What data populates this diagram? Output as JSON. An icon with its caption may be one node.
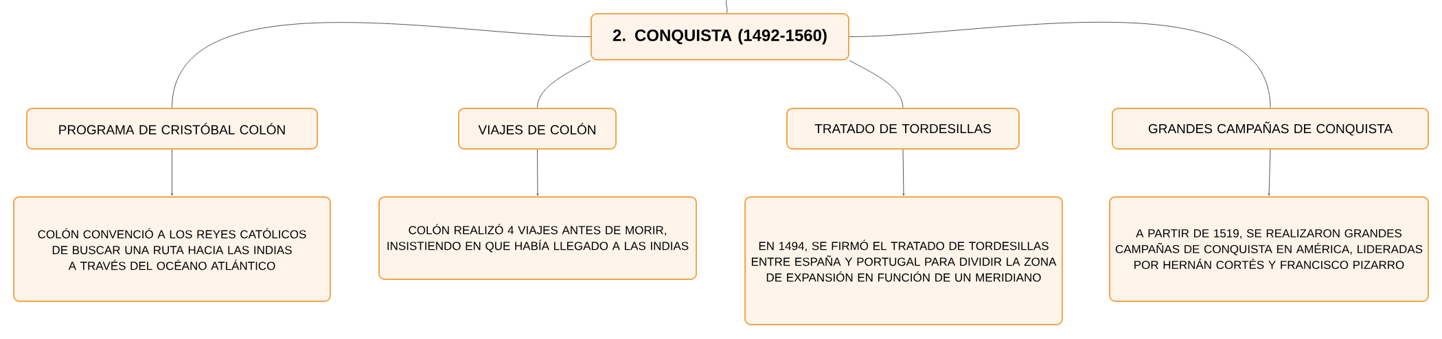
{
  "diagram": {
    "nodes": [
      {
        "text": [
          "2. CONQUISTA (1492-1560)"
        ]
      },
      {
        "text": [
          "PROGRAMA DE CRISTÓBAL COLÓN"
        ]
      },
      {
        "text": [
          "VIAJES DE COLÓN"
        ]
      },
      {
        "text": [
          "TRATADO DE TORDESILLAS"
        ]
      },
      {
        "text": [
          "GRANDES CAMPAÑAS DE CONQUISTA"
        ]
      },
      {
        "text": [
          "COLÓN CONVENCIÓ A LOS REYES CATÓLICOS DE BUSCAR UNA RUTA HACIA LAS INDIAS A TRAVÉS DEL OCÉANO ATLÁNTICO"
        ]
      },
      {
        "text": [
          "COLÓN REALIZÓ 4 VIAJES ANTES DE MORIR, INSISTIENDO EN QUE HABÍA LLEGADO A LAS INDIAS"
        ]
      },
      {
        "text": [
          "EN 1494, SE FIRMÓ EL TRATADO DE TORDESILLAS ENTRE ESPAÑA Y PORTUGAL PARA DIVIDIR LA ZONA DE EXPANSIÓN EN FUNCIÓN DE UN MERIDIANO"
        ]
      },
      {
        "text": [
          "A PARTIR DE 1519, SE REALIZARON GRANDES CAMPAÑAS DE CONQUISTA EN AMÉRICA, LIDERADAS POR HERNÁN CORTÉS Y FRANCISCO PIZARRO"
        ]
      }
    ],
    "edges": [
      {
        "from": null,
        "to": 0,
        "arrow": "none"
      },
      {
        "from": 0,
        "to": 1,
        "arrow": "none"
      },
      {
        "from": 0,
        "to": 2,
        "arrow": "none"
      },
      {
        "from": 0,
        "to": 3,
        "arrow": "none"
      },
      {
        "from": 0,
        "to": 4,
        "arrow": "none"
      },
      {
        "from": 1,
        "to": 5,
        "arrow": "to"
      },
      {
        "from": 2,
        "to": 6,
        "arrow": "to"
      },
      {
        "from": 3,
        "to": 7,
        "arrow": "to"
      },
      {
        "from": 4,
        "to": 8,
        "arrow": "to"
      }
    ]
  }
}
